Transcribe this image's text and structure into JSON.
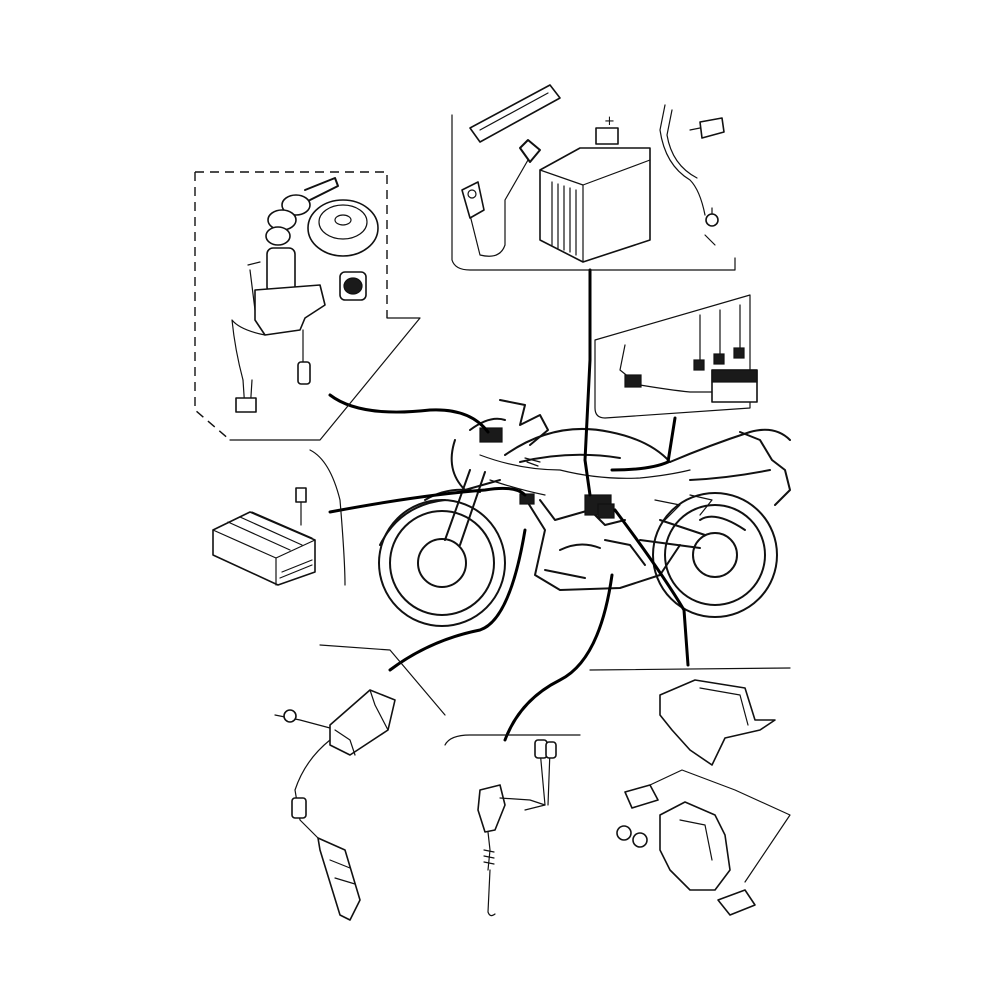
{
  "diagram": {
    "background": "#ffffff",
    "line_color": "#111111",
    "battery_terminal_mark": "+"
  },
  "components": [
    {
      "id": "main-switch",
      "icon": "ignition-key-switch-icon"
    },
    {
      "id": "battery",
      "icon": "battery-icon"
    },
    {
      "id": "fuse-box",
      "icon": "fuse-box-icon"
    },
    {
      "id": "rectifier-regulator",
      "icon": "rectifier-regulator-icon"
    },
    {
      "id": "ignition-coil",
      "icon": "ignition-coil-icon"
    },
    {
      "id": "neutral-switch",
      "icon": "neutral-switch-icon"
    },
    {
      "id": "starter-relay",
      "icon": "starter-relay-icon"
    }
  ]
}
